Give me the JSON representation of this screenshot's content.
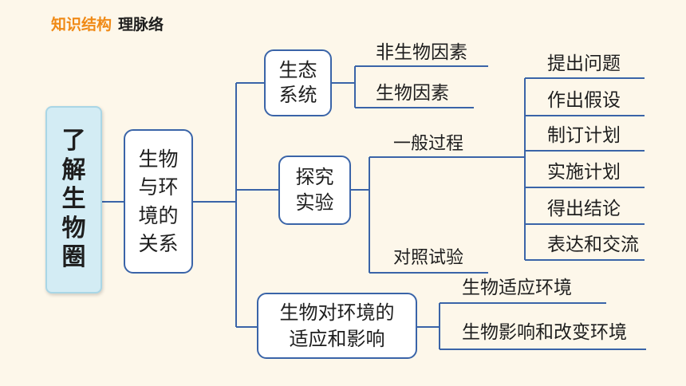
{
  "header": {
    "title_highlight": "知识结构",
    "title_rest": "理脉络"
  },
  "root": {
    "label": "了\n解\n生\n物\n圈"
  },
  "level1": {
    "label": "生物\n与环\n境的\n关系"
  },
  "level2": {
    "eco_system": "生态\n系统",
    "inquiry": "探究\n实验",
    "adaptation": "生物对环境的\n适应和影响"
  },
  "eco_factors": [
    "非生物因素",
    "生物因素"
  ],
  "inquiry_children": {
    "general_process": "一般过程",
    "controlled_experiment": "对照试验"
  },
  "process_steps": [
    "提出问题",
    "作出假设",
    "制订计划",
    "实施计划",
    "得出结论",
    "表达和交流"
  ],
  "adaptation_children": [
    "生物适应环境",
    "生物影响和改变环境"
  ],
  "colors": {
    "accent": "#f08a16",
    "line": "#3a64a8",
    "root_bg": "#d3ecf4",
    "page_bg": "#fdf7ea"
  }
}
